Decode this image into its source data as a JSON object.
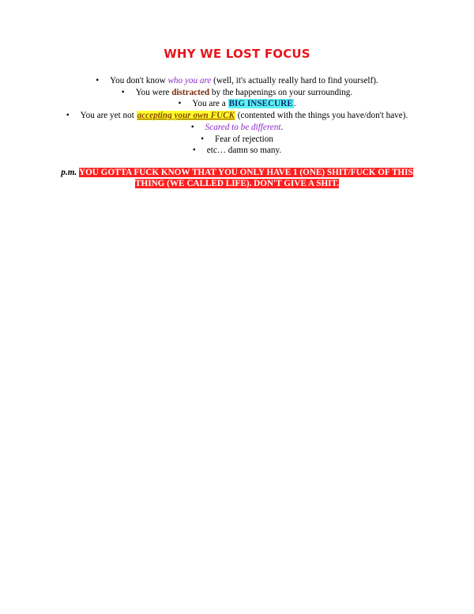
{
  "document": {
    "title": "WHY WE LOST FOCUS",
    "items": [
      {
        "bullet": "•",
        "before": "You don't know ",
        "emph": "who you are",
        "after": " (well, it's actually really hard to find yourself)."
      },
      {
        "bullet": "•",
        "before": "You were ",
        "emph": "distracted",
        "after": " by the happenings on your surrounding."
      },
      {
        "bullet": "•",
        "before": "You are a ",
        "emph": "BIG INSECURE",
        "after": "."
      },
      {
        "bullet": "•",
        "before": "You are yet not ",
        "emph": "accepting your own FUCK",
        "after": " (contented with the things you have/don't have)."
      },
      {
        "bullet": "•",
        "before": "",
        "emph": "Scared to be different",
        "after": "."
      },
      {
        "bullet": "•",
        "before": "Fear of rejection",
        "emph": "",
        "after": ""
      },
      {
        "bullet": "•",
        "before": "etc… damn so many.",
        "emph": "",
        "after": ""
      }
    ],
    "note": {
      "prefix": "p.m.",
      "line1": "YOU GOTTA FUCK KNOW THAT YOU ONLY HAVE 1 (ONE) SHIT/FUCK OF THIS",
      "line2": "THING (WE CALLED LIFE). DON'T GIVE A SHIT."
    }
  },
  "colors": {
    "title": "#e8141c",
    "purple_text": "#8d28c9",
    "brown_text": "#7a2c0c",
    "cyan_highlight": "#5ef5f0",
    "yellow_highlight": "#ffff2a",
    "red_highlight": "#ff1f1f"
  }
}
